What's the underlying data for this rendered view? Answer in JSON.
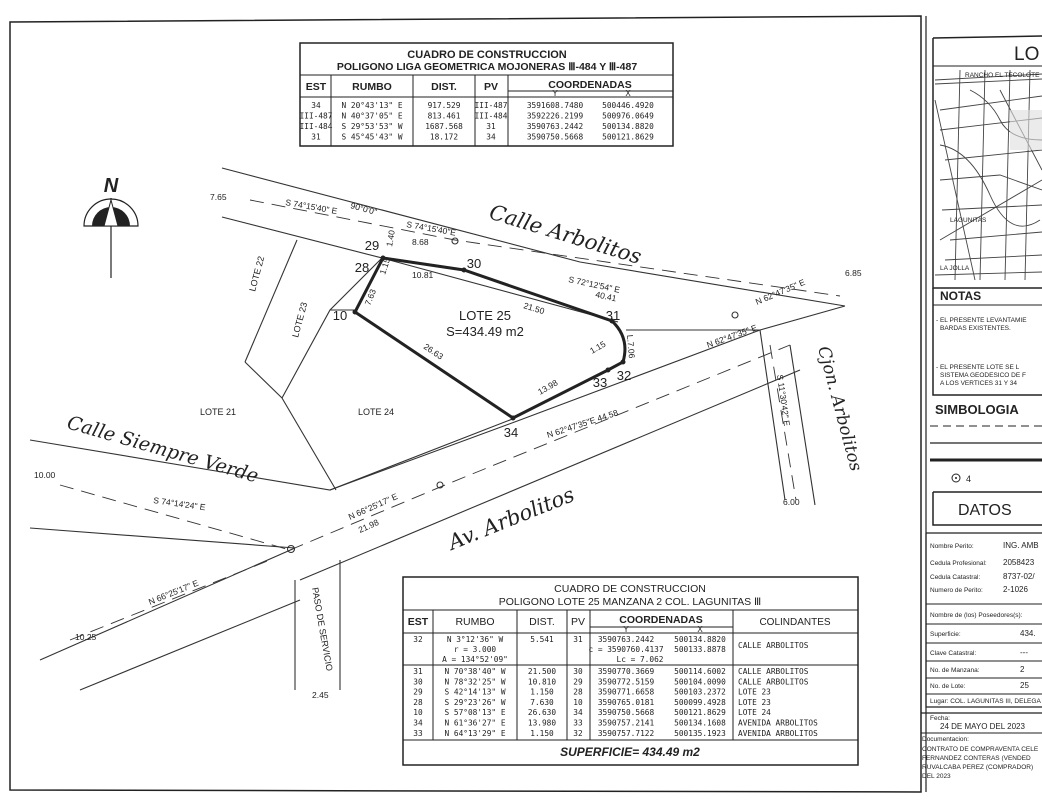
{
  "top_table": {
    "title1": "CUADRO DE CONSTRUCCION",
    "title2": "POLIGONO LIGA GEOMETRICA MOJONERAS Ⅲ-484 Y Ⅲ-487",
    "headers": {
      "est": "EST",
      "rumbo": "RUMBO",
      "dist": "DIST.",
      "pv": "PV",
      "coord": "COORDENADAS",
      "y": "Y",
      "x": "X"
    },
    "rows": [
      {
        "est": "34",
        "rumbo": "N 20°43'13\" E",
        "dist": "917.529",
        "pv": "III-487",
        "y": "3591608.7480",
        "x": "500446.4920"
      },
      {
        "est": "III-487",
        "rumbo": "N 40°37'05\" E",
        "dist": "813.461",
        "pv": "III-484",
        "y": "3592226.2199",
        "x": "500976.0649"
      },
      {
        "est": "III-484",
        "rumbo": "S 29°53'53\" W",
        "dist": "1687.568",
        "pv": "31",
        "y": "3590763.2442",
        "x": "500134.8820"
      },
      {
        "est": "31",
        "rumbo": "S 45°45'43\" W",
        "dist": "18.172",
        "pv": "34",
        "y": "3590750.5668",
        "x": "500121.8629"
      }
    ]
  },
  "north": {
    "label": "N"
  },
  "lot": {
    "name": "LOTE 25",
    "area": "S=434.49 m2"
  },
  "lots": [
    "LOTE 22",
    "LOTE 23",
    "LOTE 21",
    "LOTE 24"
  ],
  "vertices": [
    "29",
    "28",
    "10",
    "30",
    "31",
    "32",
    "33",
    "34"
  ],
  "streets": {
    "arbolitos": "Calle Arbolitos",
    "siempre_verde": "Calle Siempre Verde",
    "av": "Av. Arbolitos",
    "cjon": "Cjon. Arbolitos",
    "paso": "PASO DE SERVICIO"
  },
  "dims": {
    "d765": "7.65",
    "d685": "6.85",
    "d1000": "10.00",
    "d1025": "10.25",
    "d600": "6.00",
    "d245": "2.45",
    "r1": "S 74°15'40\" E",
    "r2": "90°0'0\"",
    "r3": "S 74°15'40\"E",
    "d868": "8.68",
    "d14": "1.40",
    "d115a": "1.15",
    "d1081": "10.81",
    "d763": "7.63",
    "d2150": "21.50",
    "r4": "S 72°12'54\" E",
    "d4041": "40.41",
    "r5": "N 62°47'35\" E",
    "r6": "N 62°47'35\" E",
    "d706": "L.7.06",
    "d115b": "1.15",
    "d2663": "26.63",
    "d1398": "13.98",
    "r7": "N 62°47'35\"E 44.58",
    "r8": "S 11°30'42\" E",
    "r9": "S 74°14'24\" E",
    "r10": "N 66°25'17\" E",
    "d2198": "21.98",
    "r11": "N 66°25'17\" E"
  },
  "bottom_table": {
    "title1": "CUADRO DE CONSTRUCCION",
    "title2": "POLIGONO LOTE 25 MANZANA 2 COL. LAGUNITAS Ⅲ",
    "headers": {
      "est": "EST",
      "rumbo": "RUMBO",
      "dist": "DIST.",
      "pv": "PV",
      "coord": "COORDENADAS",
      "y": "Y",
      "x": "X",
      "col": "COLINDANTES"
    },
    "curve": {
      "est": "32",
      "rumbo": "N 3°12'36\" W",
      "dist": "5.541",
      "pv": "31",
      "y": "3590763.2442",
      "x": "500134.8820",
      "col": "CALLE ARBOLITOS",
      "r": "r = 3.000",
      "c": "c = 3590760.4137",
      "cx": "500133.8878",
      "a": "A = 134°52'09\"",
      "lc": "Lc = 7.062"
    },
    "rows": [
      {
        "est": "31",
        "rumbo": "N 70°38'40\" W",
        "dist": "21.500",
        "pv": "30",
        "y": "3590770.3669",
        "x": "500114.6002",
        "col": "CALLE ARBOLITOS"
      },
      {
        "est": "30",
        "rumbo": "N 78°32'25\" W",
        "dist": "10.810",
        "pv": "29",
        "y": "3590772.5159",
        "x": "500104.0090",
        "col": "CALLE ARBOLITOS"
      },
      {
        "est": "29",
        "rumbo": "S 42°14'13\" W",
        "dist": "1.150",
        "pv": "28",
        "y": "3590771.6658",
        "x": "500103.2372",
        "col": "LOTE 23"
      },
      {
        "est": "28",
        "rumbo": "S 29°23'26\" W",
        "dist": "7.630",
        "pv": "10",
        "y": "3590765.0181",
        "x": "500099.4928",
        "col": "LOTE 23"
      },
      {
        "est": "10",
        "rumbo": "S 57°08'13\" E",
        "dist": "26.630",
        "pv": "34",
        "y": "3590750.5668",
        "x": "500121.8629",
        "col": "LOTE 24"
      },
      {
        "est": "34",
        "rumbo": "N 61°36'27\" E",
        "dist": "13.980",
        "pv": "33",
        "y": "3590757.2141",
        "x": "500134.1608",
        "col": "AVENIDA ARBOLITOS"
      },
      {
        "est": "33",
        "rumbo": "N 64°13'29\" E",
        "dist": "1.150",
        "pv": "32",
        "y": "3590757.7122",
        "x": "500135.1923",
        "col": "AVENIDA ARBOLITOS"
      }
    ],
    "superficie": "SUPERFICIE= 434.49 m2"
  },
  "right_panel": {
    "loc": "LO",
    "rancho": "RANCHO EL TECOLOTE",
    "lagunitas": "LAGUNITAS",
    "jolla": "LA JOLLA",
    "notas": "NOTAS",
    "n1a": "- EL PRESENTE LEVANTAMIE",
    "n1b": "BARDAS EXISTENTES.",
    "n2a": "- EL PRESENTE LOTE SE L",
    "n2b": "SISTEMA GEODESICO DE F",
    "n2c": "A LOS VERTICES 31 Y 34",
    "simb": "SIMBOLOGIA",
    "sym_num": "4",
    "datos": "DATOS",
    "f1_label": "Nombre Perito:",
    "f1_val": "ING. AMB",
    "f2_label": "Cedula Profesional:",
    "f2_val": "2058423",
    "f3_label": "Cedula Catastral:",
    "f3_val": "8737-02/",
    "f4_label": "Numero de Perito:",
    "f4_val": "2-1026",
    "f5_label": "Nombre de (los) Poseedores(s):",
    "f6_label": "Superficie:",
    "f6_val": "434.",
    "f7_label": "Clave Catastral:",
    "f7_val": "---",
    "f8_label": "No. de Manzana:",
    "f8_val": "2",
    "f9_label": "No. de Lote:",
    "f9_val": "25",
    "lugar": "Lugar: COL. LAGUNITAS III, DELEGA",
    "fecha_label": "Fecha:",
    "fecha": "24 DE MAYO DEL 2023",
    "doc_label": "Documentacion:",
    "doc1": "CONTRATO DE COMPRAVENTA CELE",
    "doc2": "FERNANDEZ CONTERAS (VENDED",
    "doc3": "RUVALCABA PEREZ (COMPRADOR)",
    "doc4": "DEL 2023"
  }
}
